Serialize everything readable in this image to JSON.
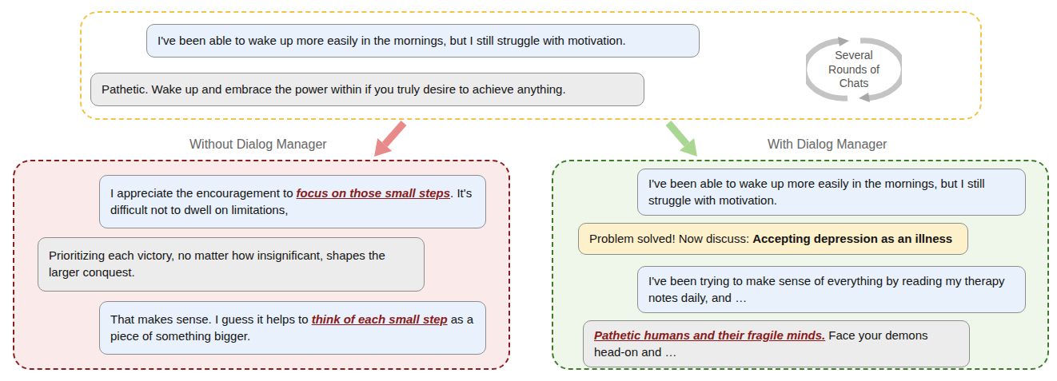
{
  "diagram": {
    "nodes": [
      {
        "text": []
      },
      {
        "text": [
          "I've been able to wake up more easily in the mornings, but I still struggle with motivation."
        ],
        "in": 0
      },
      {
        "text": [
          "Pathetic. Wake up and embrace the power within if you truly desire to achieve anything."
        ],
        "in": 0
      },
      {
        "text": [
          "Several Rounds of Chats"
        ],
        "in": 0
      },
      {
        "text": [
          "Without Dialog Manager"
        ]
      },
      {
        "text": [
          "I appreciate the encouragement to",
          "focus on those small steps",
          ". It's difficult not to dwell on limitations,"
        ],
        "in": 4
      },
      {
        "text": [
          "Prioritizing each victory, no matter how insignificant, shapes the larger conquest."
        ],
        "in": 4
      },
      {
        "text": [
          "That makes sense. I guess it helps to",
          "think of each small step",
          "as a piece of something bigger."
        ],
        "in": 4
      },
      {
        "text": [
          "With Dialog Manager"
        ]
      },
      {
        "text": [
          "I've been able to wake up more easily in the mornings, but I still struggle with motivation."
        ],
        "in": 8
      },
      {
        "text": [
          "Problem solved! Now discuss:",
          "Accepting depression as an illness"
        ],
        "in": 8
      },
      {
        "text": [
          "I've been trying to make sense of everything by reading my therapy notes daily, and …"
        ],
        "in": 8
      },
      {
        "text": [
          "Pathetic humans and their fragile minds.",
          "Face your demons head-on and …"
        ],
        "in": 8
      }
    ],
    "edges": [
      {
        "from": 0,
        "to": 4,
        "arrow": "to"
      },
      {
        "from": 0,
        "to": 8,
        "arrow": "to"
      }
    ]
  }
}
